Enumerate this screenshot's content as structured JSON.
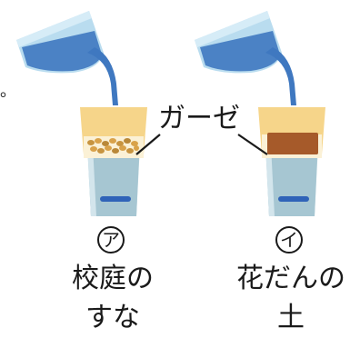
{
  "labels": {
    "gauze": "ガーゼ",
    "marker_a": "ア",
    "marker_i": "イ",
    "caption_a_line1": "校庭の",
    "caption_a_line2": "すな",
    "caption_i_line1": "花だんの",
    "caption_i_line2": "土",
    "edge_mark": "。"
  },
  "colors": {
    "pitcher": "#b9dcef",
    "water": "#3f78c0",
    "cup": "#b9d4de",
    "cup_water": "#a6c6d2",
    "gauze": "#f6d58a",
    "sand": "#d9a24a",
    "soil": "#a65a2a",
    "base_mark": "#2f63b8"
  }
}
